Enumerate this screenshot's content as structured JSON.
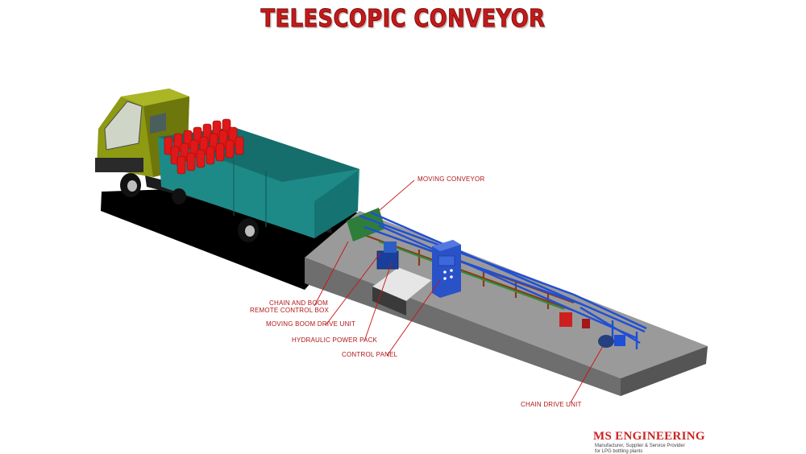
{
  "title": "TELESCOPIC CONVEYOR",
  "callouts": {
    "moving_conveyor": "MOVING CONVEYOR",
    "remote_box_line1": "CHAIN AND BOOM",
    "remote_box_line2": "REMOTE CONTROL BOX",
    "boom_drive": "MOVING BOOM DRIVE UNIT",
    "power_pack": "HYDRAULIC POWER PACK",
    "control_panel": "CONTROL PANEL",
    "chain_drive": "CHAIN DRIVE UNIT"
  },
  "brand": {
    "name": "MS ENGINEERING",
    "tagline_1": "Manufacturer, Supplier & Service Provider",
    "tagline_2": "for LPG bottling plants"
  },
  "colors": {
    "title": "#c41a1a",
    "callout_text": "#b21515",
    "leader_line": "#cc1111",
    "truck_cab": "#8e9a12",
    "truck_body": "#1e8a87",
    "cylinders": "#e01818",
    "conveyor_rail": "#1f4fd6",
    "conveyor_frame": "#8a3a18",
    "control_panel": "#2a52c8",
    "platform": "#8f8f8f",
    "ground": "#000000"
  }
}
